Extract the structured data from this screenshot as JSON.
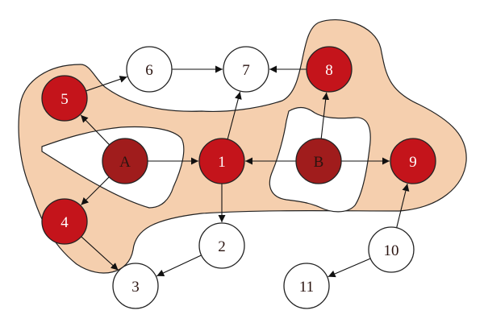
{
  "colors": {
    "region_fill": "#f5cfae",
    "region_stroke": "#222222",
    "hole_fill": "#ffffff",
    "node_red": "#c4141b",
    "node_dark": "#a01c1c",
    "node_white": "#ffffff",
    "text_dark": "#2a1410",
    "text_light": "#ffffff",
    "arrow": "#111111"
  },
  "nodes": [
    {
      "id": "A",
      "label": "A",
      "style": "dark"
    },
    {
      "id": "B",
      "label": "B",
      "style": "dark"
    },
    {
      "id": "1",
      "label": "1",
      "style": "red"
    },
    {
      "id": "2",
      "label": "2",
      "style": "white"
    },
    {
      "id": "3",
      "label": "3",
      "style": "white"
    },
    {
      "id": "4",
      "label": "4",
      "style": "red"
    },
    {
      "id": "5",
      "label": "5",
      "style": "red"
    },
    {
      "id": "6",
      "label": "6",
      "style": "white"
    },
    {
      "id": "7",
      "label": "7",
      "style": "white"
    },
    {
      "id": "8",
      "label": "8",
      "style": "red"
    },
    {
      "id": "9",
      "label": "9",
      "style": "red"
    },
    {
      "id": "10",
      "label": "10",
      "style": "white"
    },
    {
      "id": "11",
      "label": "11",
      "style": "white"
    }
  ],
  "edges": [
    {
      "from": "A",
      "to": "5"
    },
    {
      "from": "A",
      "to": "4"
    },
    {
      "from": "A",
      "to": "1"
    },
    {
      "from": "B",
      "to": "1"
    },
    {
      "from": "B",
      "to": "8"
    },
    {
      "from": "B",
      "to": "9"
    },
    {
      "from": "1",
      "to": "7"
    },
    {
      "from": "1",
      "to": "2"
    },
    {
      "from": "5",
      "to": "6"
    },
    {
      "from": "6",
      "to": "7"
    },
    {
      "from": "8",
      "to": "7"
    },
    {
      "from": "4",
      "to": "3"
    },
    {
      "from": "2",
      "to": "3"
    },
    {
      "from": "10",
      "to": "9"
    },
    {
      "from": "10",
      "to": "11"
    }
  ]
}
